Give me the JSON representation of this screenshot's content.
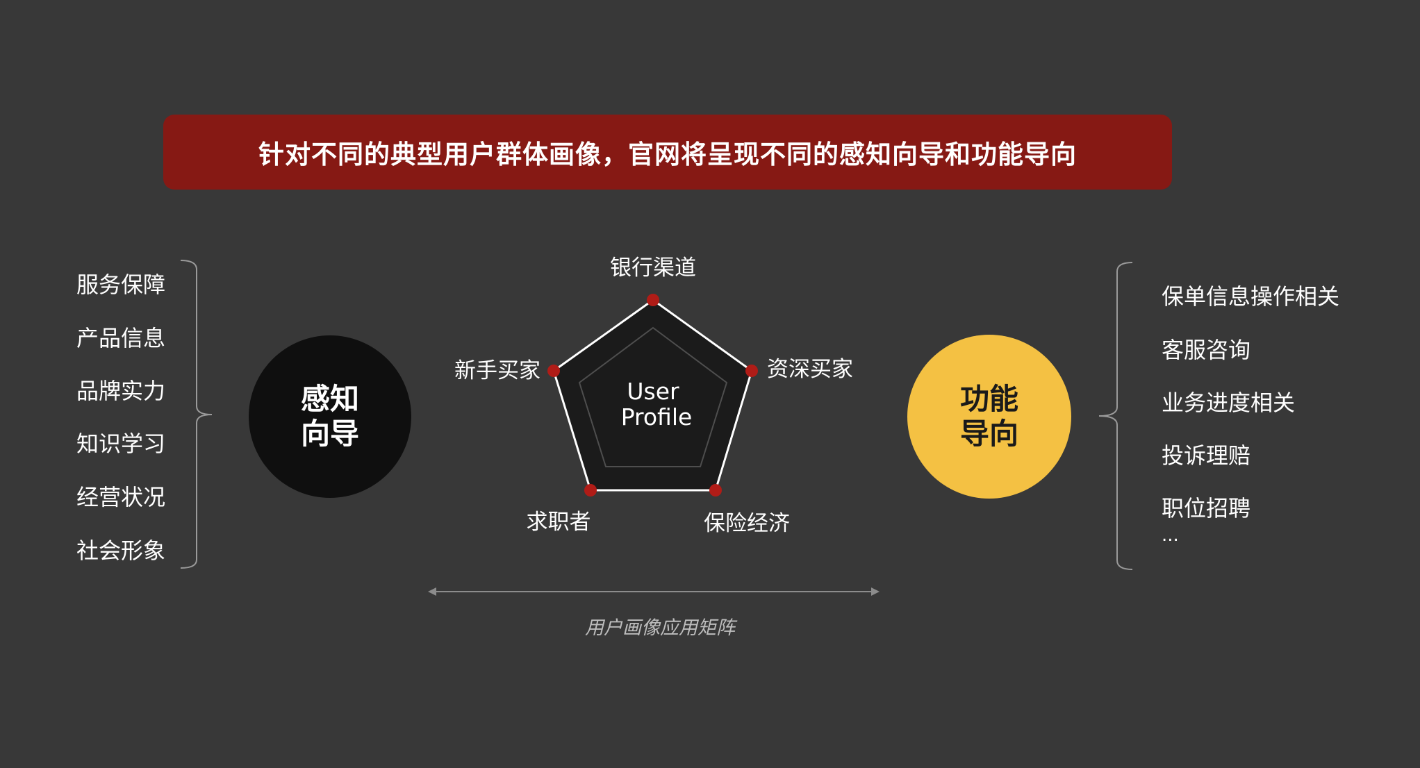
{
  "banner": {
    "text": "针对不同的典型用户群体画像，官网将呈现不同的感知向导和功能导向"
  },
  "left_list": {
    "items": [
      "服务保障",
      "产品信息",
      "品牌实力",
      "知识学习",
      "经营状况",
      "社会形象"
    ]
  },
  "left_circle": {
    "line1": "感知",
    "line2": "向导"
  },
  "pentagon": {
    "center_line1": "User",
    "center_line2": "Profile",
    "vertices": [
      "银行渠道",
      "资深买家",
      "保险经济",
      "求职者",
      "新手买家"
    ]
  },
  "right_circle": {
    "line1": "功能",
    "line2": "导向"
  },
  "right_list": {
    "items": [
      "保单信息操作相关",
      "客服咨询",
      "业务进度相关",
      "投诉理赔",
      "职位招聘"
    ],
    "more": "..."
  },
  "matrix": {
    "label": "用户画像应用矩阵"
  },
  "colors": {
    "background": "#383838",
    "banner": "#861914",
    "left_circle": "#0f0f0f",
    "right_circle": "#f4c143",
    "vertex_dot": "#b01c17"
  }
}
